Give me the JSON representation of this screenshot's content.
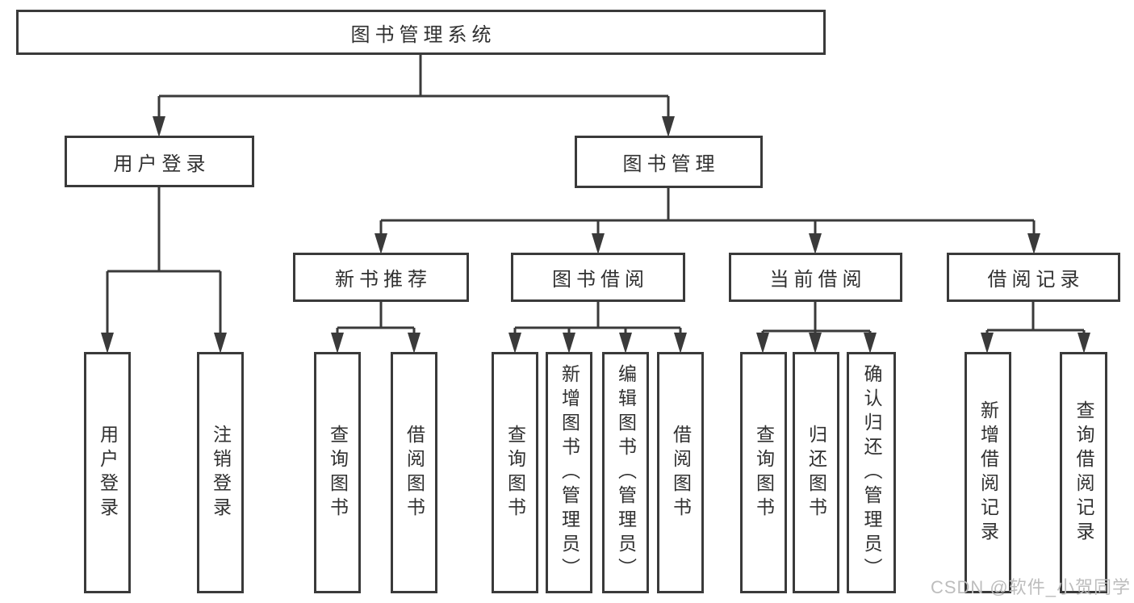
{
  "tree": {
    "root": "图书管理系统",
    "branches": [
      {
        "label": "用户登录",
        "children": [
          "用户登录",
          "注销登录"
        ]
      },
      {
        "label": "图书管理",
        "groups": [
          {
            "label": "新书推荐",
            "children": [
              "查询图书",
              "借阅图书"
            ]
          },
          {
            "label": "图书借阅",
            "children": [
              "查询图书",
              "新增图书（管理员）",
              "编辑图书（管理员）",
              "借阅图书"
            ]
          },
          {
            "label": "当前借阅",
            "children": [
              "查询图书",
              "归还图书",
              "确认归还（管理员）"
            ]
          },
          {
            "label": "借阅记录",
            "children": [
              "新增借阅记录",
              "查询借阅记录"
            ]
          }
        ]
      }
    ]
  },
  "watermark": "CSDN @软件_小贺同学",
  "colors": {
    "line": "#3a3a3a",
    "text": "#303030",
    "watermark": "#bdbdbd",
    "background": "#ffffff"
  }
}
